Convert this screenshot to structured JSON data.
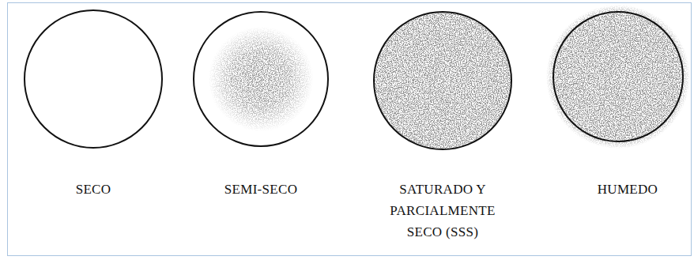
{
  "diagram": {
    "nodes": [
      {
        "text": [
          "SECO"
        ]
      },
      {
        "text": [
          "SEMI-SECO"
        ]
      },
      {
        "text": [
          "SATURADO Y PARCIALMENTE SECO (SSS)"
        ]
      },
      {
        "text": [
          "HUMEDO"
        ]
      }
    ]
  }
}
